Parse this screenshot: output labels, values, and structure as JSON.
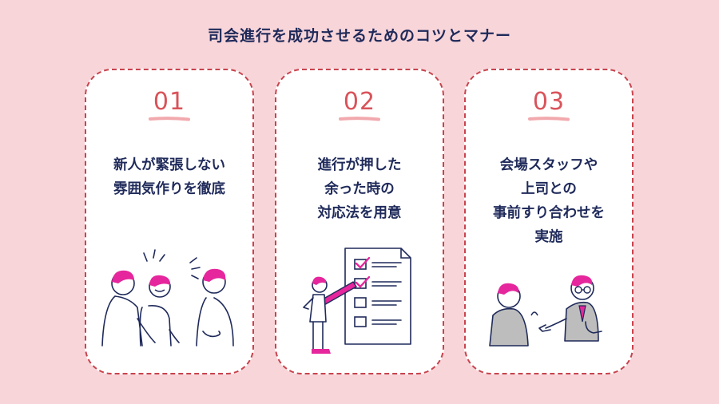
{
  "title": "司会進行を成功させるためのコツとマナー",
  "colors": {
    "background": "#f8d5d9",
    "navy": "#1f2a5a",
    "accent_red": "#d9535a",
    "magenta": "#e6269c",
    "card_bg": "#ffffff"
  },
  "cards": [
    {
      "number": "01",
      "lines": [
        "新人が緊張しない",
        "雰囲気作りを徹底"
      ],
      "icon": "people-talking-illustration"
    },
    {
      "number": "02",
      "lines": [
        "進行が押した",
        "余った時の",
        "対応法を用意"
      ],
      "icon": "checklist-person-illustration"
    },
    {
      "number": "03",
      "lines": [
        "会場スタッフや",
        "上司との",
        "事前すり合わせを",
        "実施"
      ],
      "icon": "handshake-meeting-illustration"
    }
  ]
}
